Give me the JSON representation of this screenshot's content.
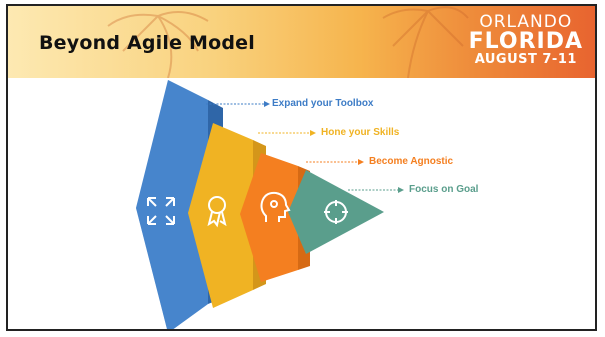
{
  "slide": {
    "title": "Beyond Agile Model",
    "event": {
      "line1": "ORLANDO",
      "line2": "FLORIDA",
      "line3": "AUGUST 7-11"
    }
  },
  "steps": [
    {
      "label": "Expand your Toolbox",
      "icon": "expand-arrows-icon",
      "color": "#3d7cc6"
    },
    {
      "label": "Hone your Skills",
      "icon": "award-ribbon-icon",
      "color": "#f0b323"
    },
    {
      "label": "Become Agnostic",
      "icon": "head-gears-icon",
      "color": "#f47f20"
    },
    {
      "label": "Focus on Goal",
      "icon": "crosshair-target-icon",
      "color": "#5a9e8c"
    }
  ]
}
